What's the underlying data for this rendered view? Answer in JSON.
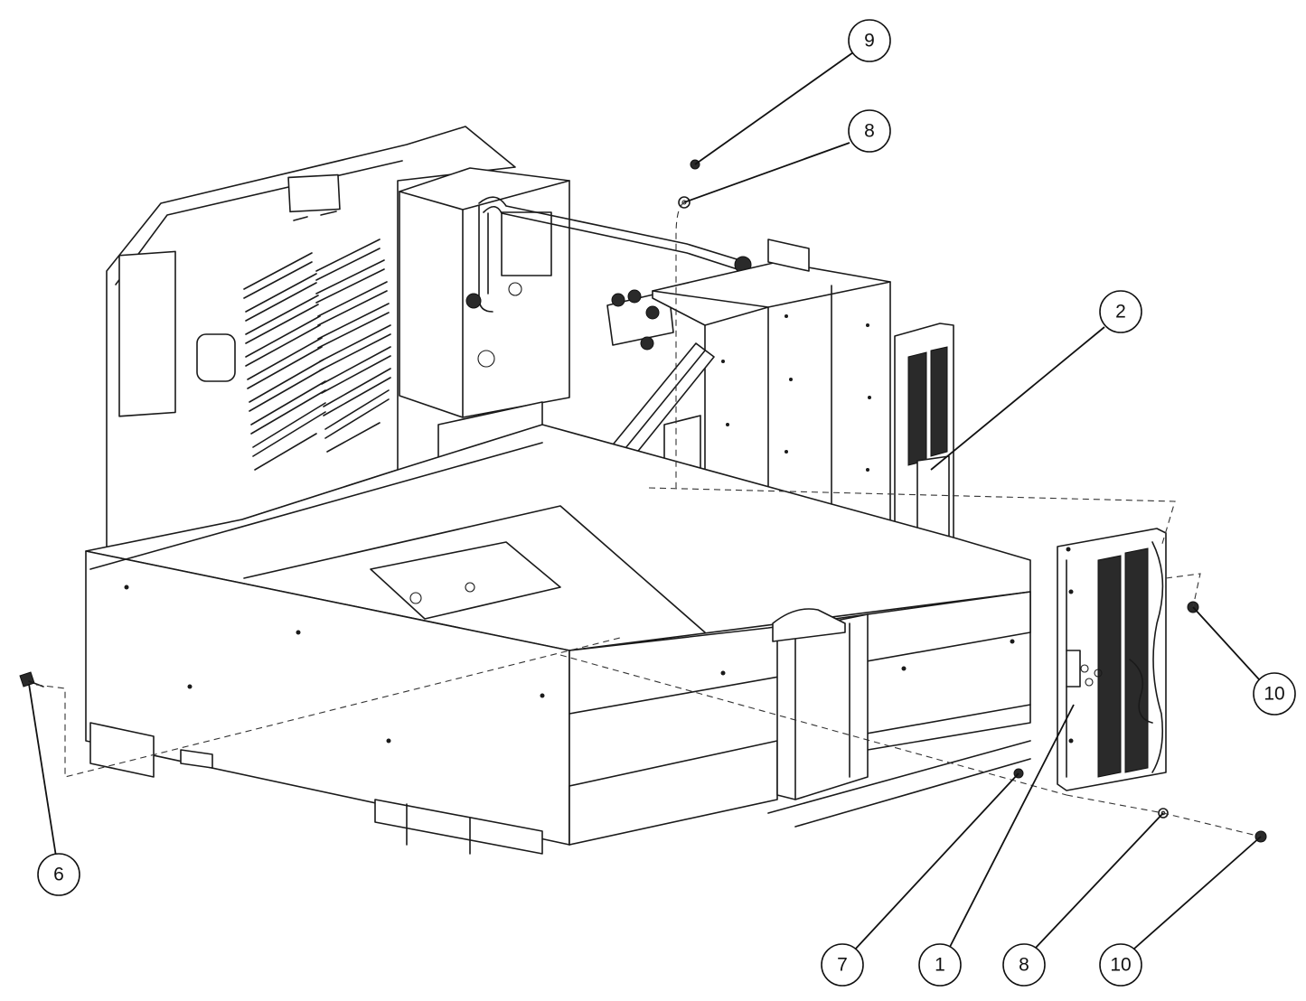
{
  "callouts": [
    {
      "id": "c9",
      "label": "9"
    },
    {
      "id": "c8a",
      "label": "8"
    },
    {
      "id": "c2",
      "label": "2"
    },
    {
      "id": "c10a",
      "label": "10"
    },
    {
      "id": "c6",
      "label": "6"
    },
    {
      "id": "c7",
      "label": "7"
    },
    {
      "id": "c1",
      "label": "1"
    },
    {
      "id": "c8b",
      "label": "8"
    },
    {
      "id": "c10b",
      "label": "10"
    }
  ],
  "colors": {
    "line": "#1a1a1a",
    "background": "#ffffff",
    "component_dark": "#2a2a2a"
  },
  "icons": [
    "screw-icon",
    "washer-icon",
    "nut-icon"
  ]
}
